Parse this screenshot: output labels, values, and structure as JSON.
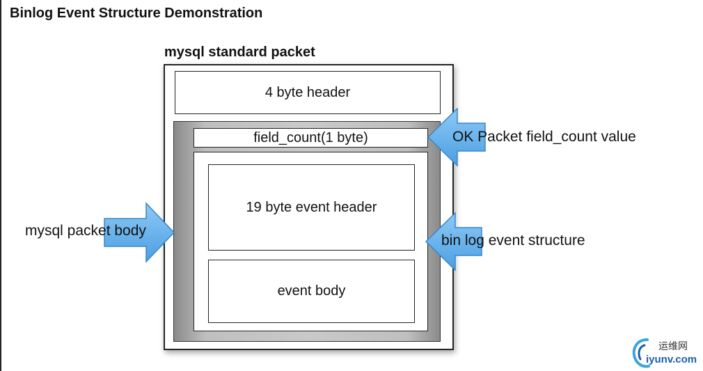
{
  "title": "Binlog Event Structure Demonstration",
  "diagram": {
    "packet_label": "mysql standard packet",
    "header_box": "4 byte header",
    "field_count_box": "field_count(1 byte)",
    "event_header_box": "19 byte event header",
    "event_body_box": "event body"
  },
  "callouts": {
    "mysql_packet_body": "mysql packet body",
    "ok_packet": "OK Packet field_count value",
    "bin_log_event_structure": "bin log event structure"
  },
  "watermark": {
    "name_cn": "运维网",
    "domain": "iyunv.com"
  },
  "colors": {
    "arrow_fill": "#6ab4ee",
    "arrow_stroke": "#3a86c8",
    "body_gray": "#c4c4c4"
  }
}
